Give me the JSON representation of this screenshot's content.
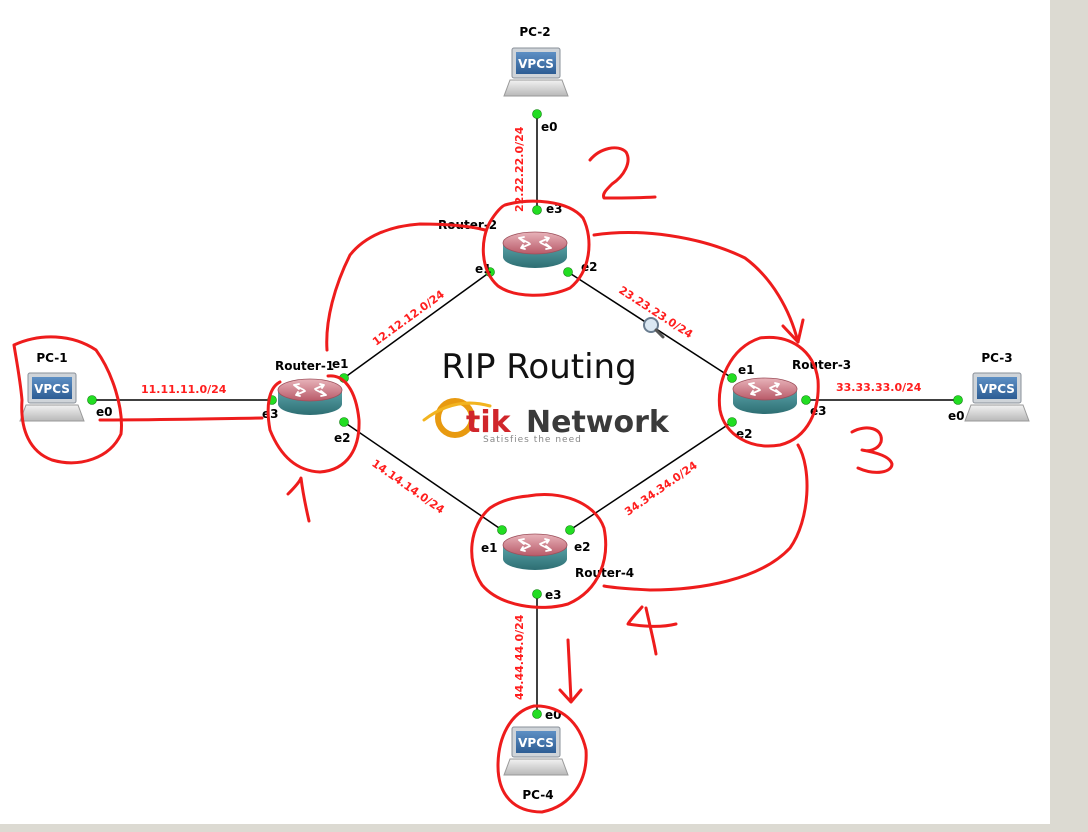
{
  "title": "RIP Routing",
  "logo": {
    "brand_a": "tik",
    "brand_b": "Network",
    "tagline": "Satisfies the need"
  },
  "devices": {
    "pc1": "PC-1",
    "pc2": "PC-2",
    "pc3": "PC-3",
    "pc4": "PC-4",
    "r1": "Router-1",
    "r2": "Router-2",
    "r3": "Router-3",
    "r4": "Router-4",
    "vpcs": "VPCS"
  },
  "networks": {
    "pc1_r1": "11.11.11.0/24",
    "pc2_r2": "22.22.22.0/24",
    "r3_pc3": "33.33.33.0/24",
    "r4_pc4": "44.44.44.0/24",
    "r1_r2": "12.12.12.0/24",
    "r2_r3": "23.23.23.0/24",
    "r1_r4": "14.14.14.0/24",
    "r3_r4": "34.34.34.0/24"
  },
  "interfaces": {
    "e0": "e0",
    "e1": "e1",
    "e2": "e2",
    "e3": "e3"
  },
  "annotations": {
    "n1": "1",
    "n2": "2",
    "n3": "3",
    "n4": "4"
  },
  "colors": {
    "ink": "#ee1c1c",
    "port": "#22dd22",
    "network_label": "#ff1e1e",
    "sidebar": "#dcdad2",
    "router": "#c8737f"
  }
}
